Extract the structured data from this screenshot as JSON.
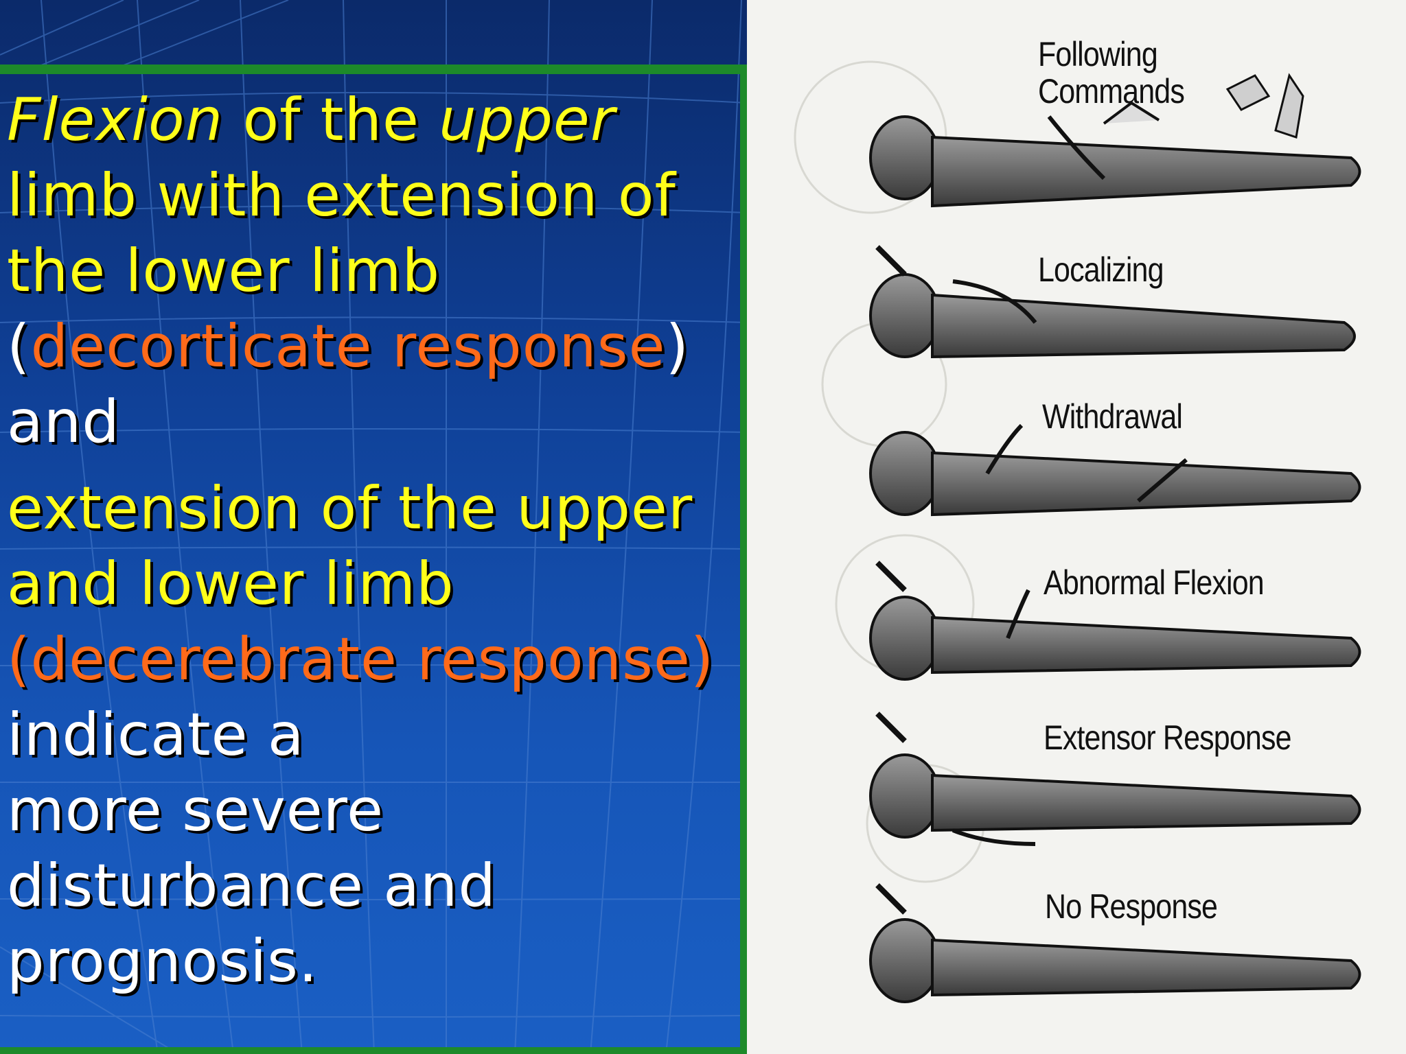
{
  "slide": {
    "para1": {
      "flexion": "Flexion",
      "of_the": " of the ",
      "upper": "upper",
      "rest": " limb with extension of the lower limb",
      "open_paren": "(",
      "decorticate": "decorticate response",
      "close_paren": ")",
      "and": "and"
    },
    "para2": {
      "line": "extension of the upper and lower limb",
      "decerebrate": "(decerebrate response)",
      "indicate": " indicate a",
      "rest": "more severe disturbance and prognosis."
    }
  },
  "figure": {
    "labels": [
      "Following Commands",
      "Localizing",
      "Withdrawal",
      "Abnormal Flexion",
      "Extensor Response",
      "No Response"
    ]
  },
  "colors": {
    "background_blue": "#1655b7",
    "accent_green": "#1d8a2a",
    "text_yellow": "#ffff1a",
    "text_orange": "#ff6a1a",
    "text_white": "#ffffff"
  }
}
